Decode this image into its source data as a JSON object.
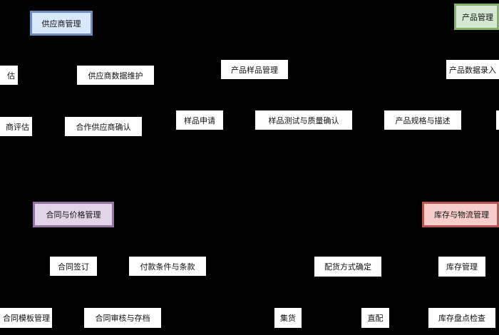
{
  "colors": {
    "supplier": "#dae8fc",
    "supplier_border": "#6c8ebf",
    "product": "#d5e8d4",
    "product_border": "#82b366",
    "contract": "#e1d5e7",
    "contract_border": "#9673a6",
    "inventory": "#f8cecc",
    "inventory_border": "#b85450"
  },
  "nodes": {
    "supplier_mgmt": "供应商管理",
    "supplier_eval_partial": "估",
    "supplier_data": "供应商数据维护",
    "sample_mgmt": "产品样品管理",
    "supplier_assess_partial": "商评估",
    "partner_confirm": "合作供应商确认",
    "sample_apply": "样品申请",
    "sample_test": "样品测试与质量确认",
    "product_spec": "产品规格与描述",
    "product_mgmt": "产品管理",
    "product_data": "产品数据录入",
    "contract_mgmt": "合同与价格管理",
    "contract_sign": "合同签订",
    "payment_terms": "付款条件与条款",
    "contract_template": "合同模板管理",
    "contract_review": "合同审核与存档",
    "inventory_mgmt": "库存与物流管理",
    "distribution": "配货方式确定",
    "stock_mgmt": "库存管理",
    "consolidation": "集货",
    "direct": "直配",
    "stock_check": "库存盘点检查"
  }
}
